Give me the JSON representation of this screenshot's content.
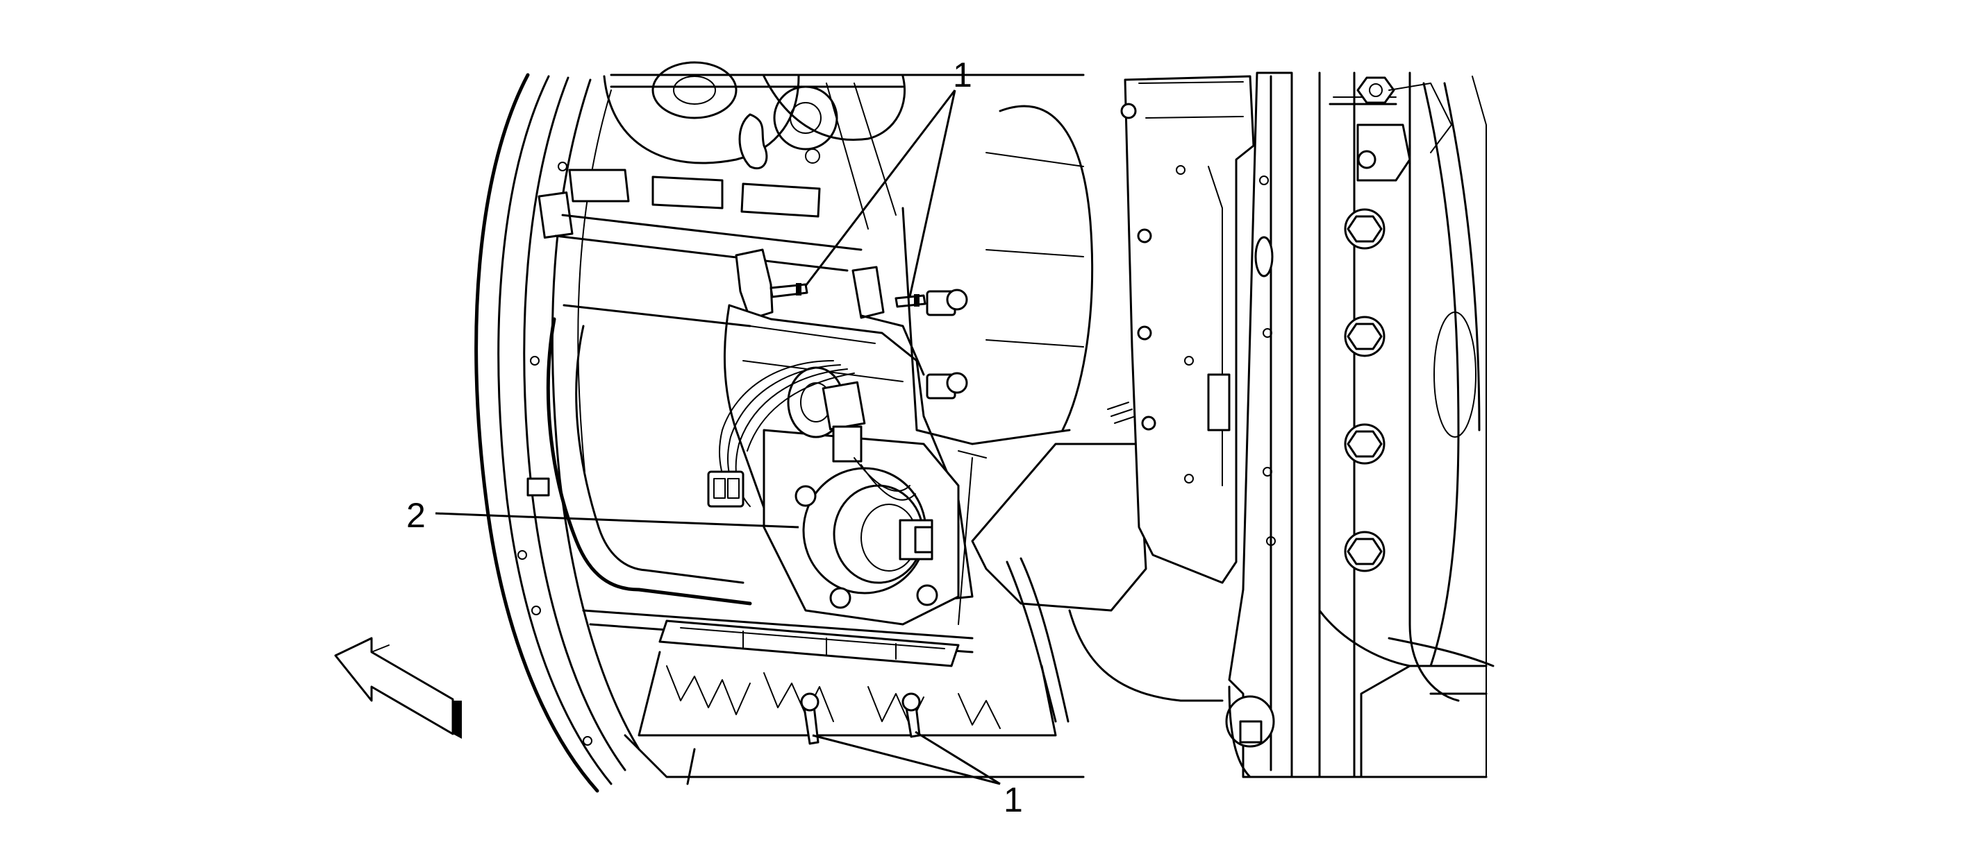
{
  "callouts": {
    "top": "1",
    "left": "2",
    "bottom": "1"
  },
  "indicators": {
    "forward_arrow": "arrow-icon"
  }
}
